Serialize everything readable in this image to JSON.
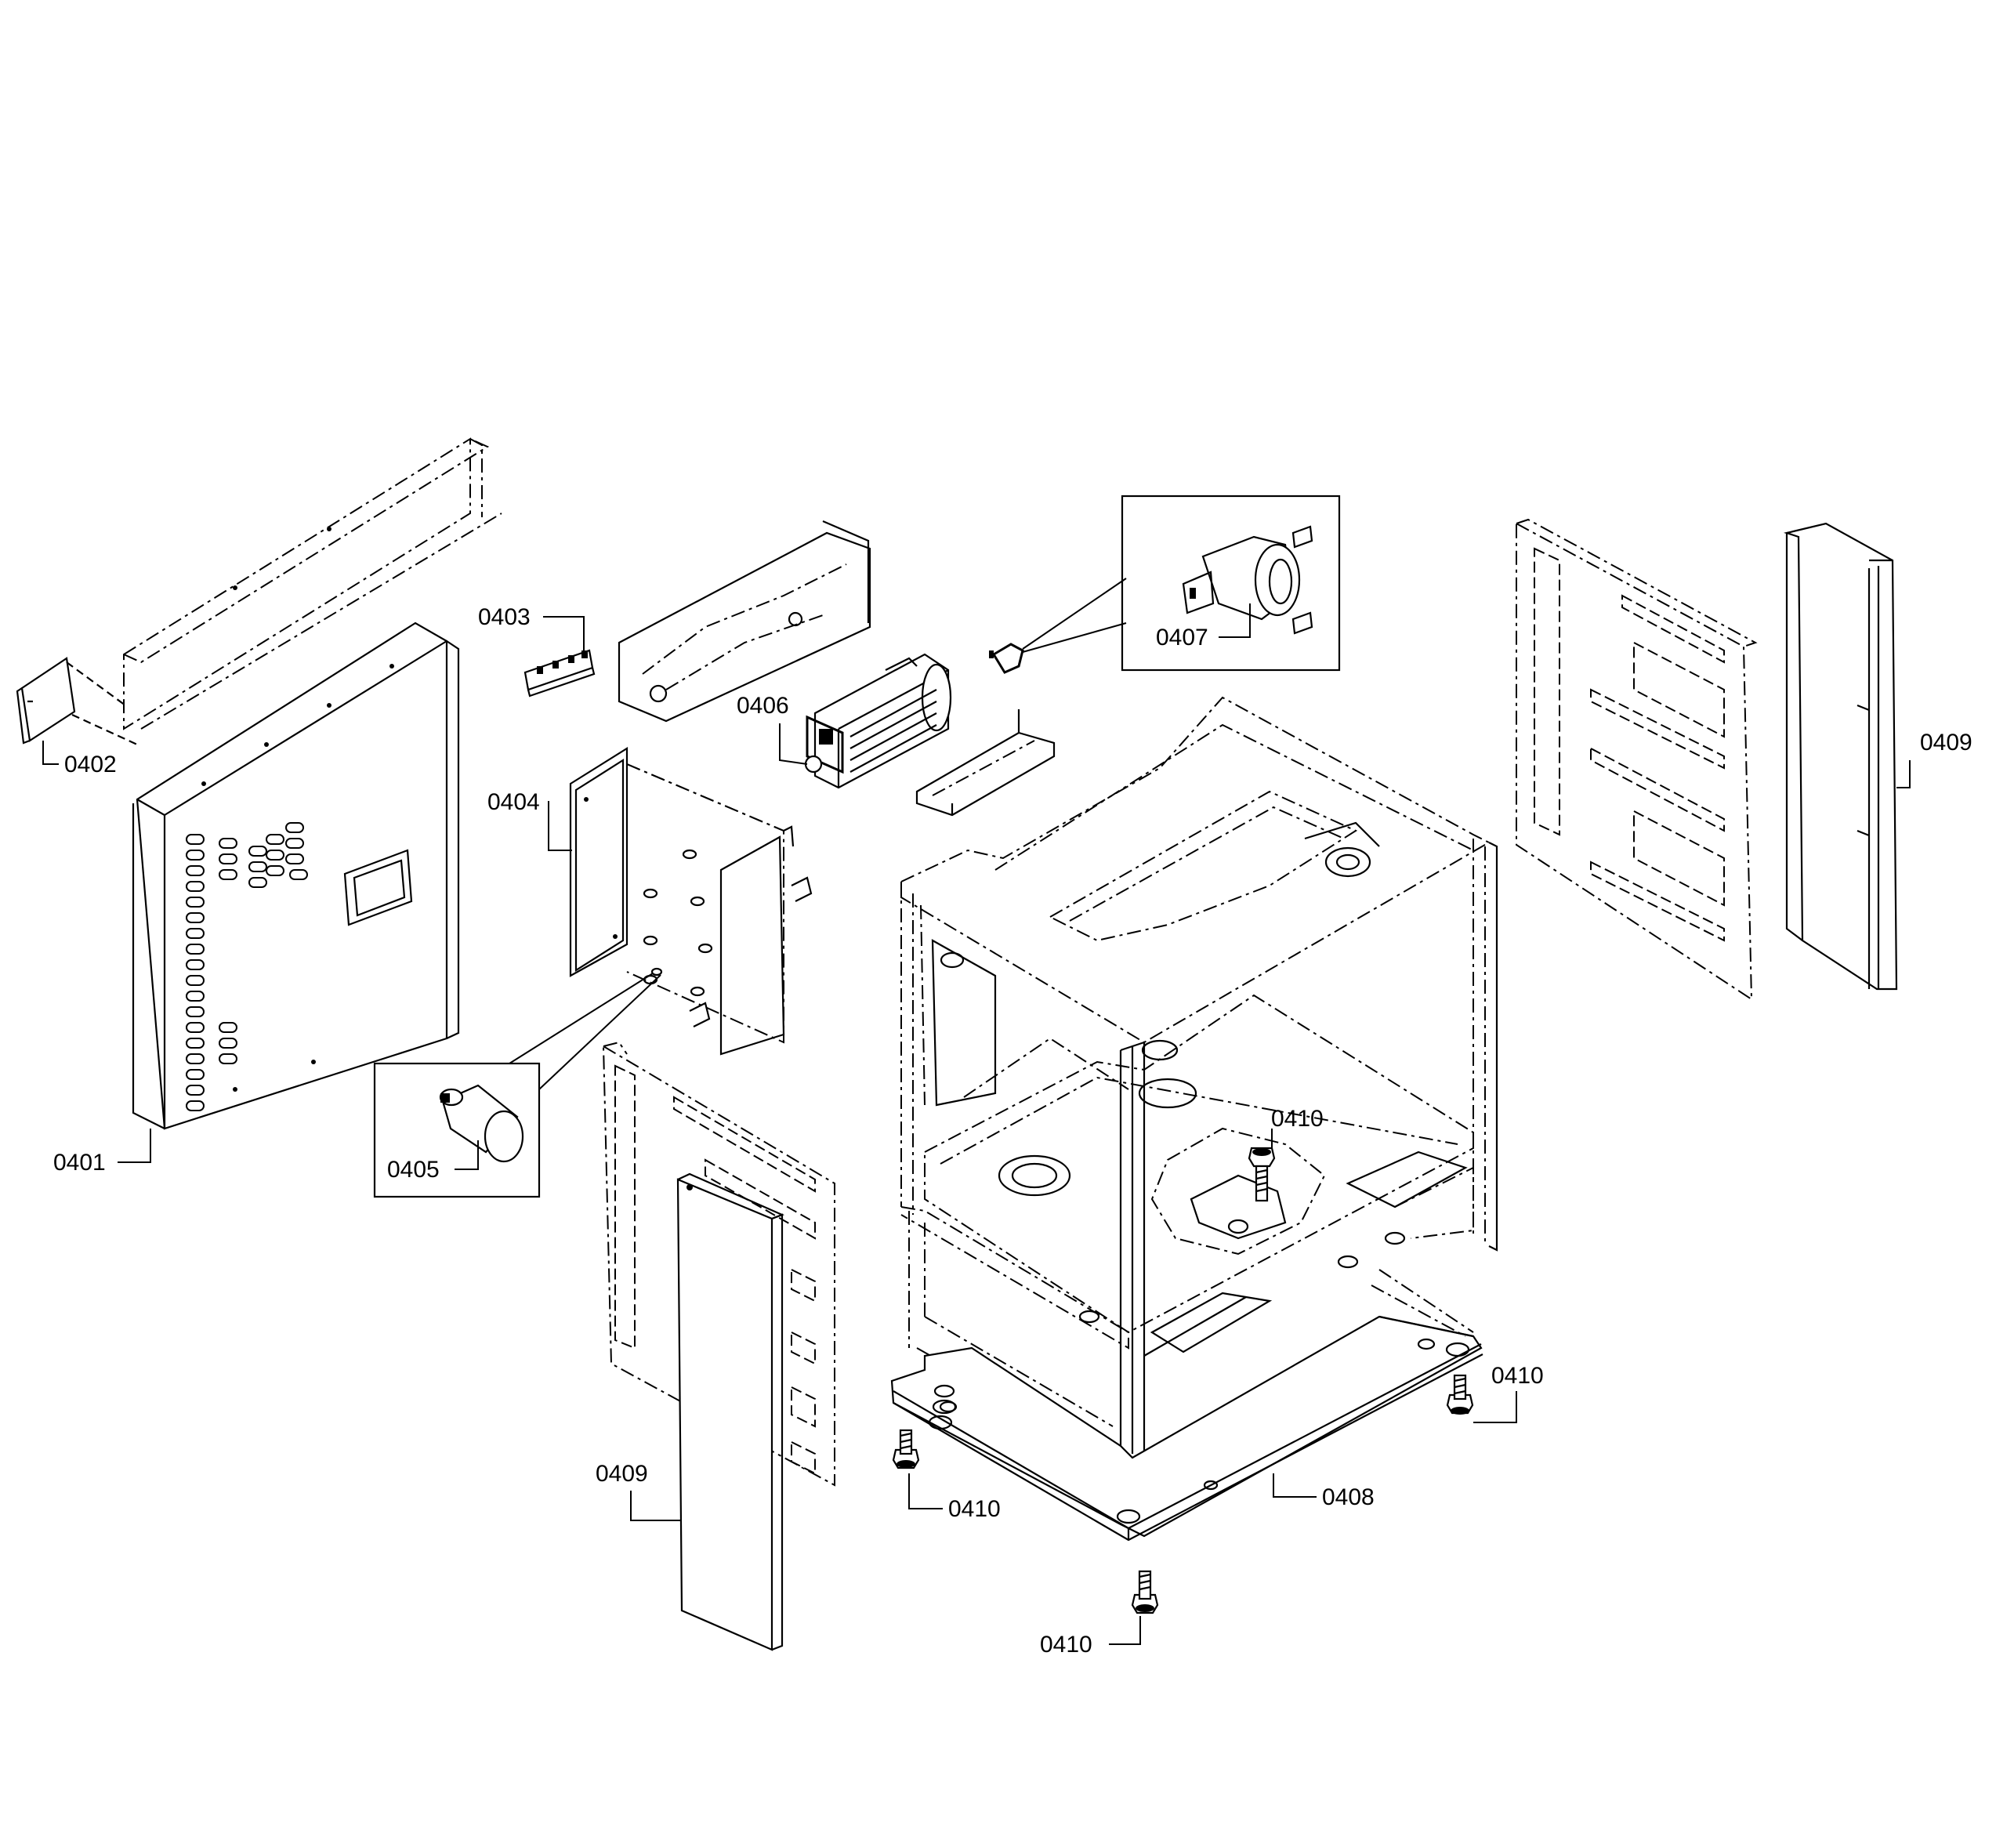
{
  "parts": {
    "p0401": "0401",
    "p0402": "0402",
    "p0403": "0403",
    "p0404": "0404",
    "p0405": "0405",
    "p0406": "0406",
    "p0407": "0407",
    "p0408": "0408",
    "p0409_left": "0409",
    "p0409_right": "0409",
    "p0410_center": "0410",
    "p0410_right": "0410",
    "p0410_left": "0410",
    "p0410_bottom": "0410"
  }
}
